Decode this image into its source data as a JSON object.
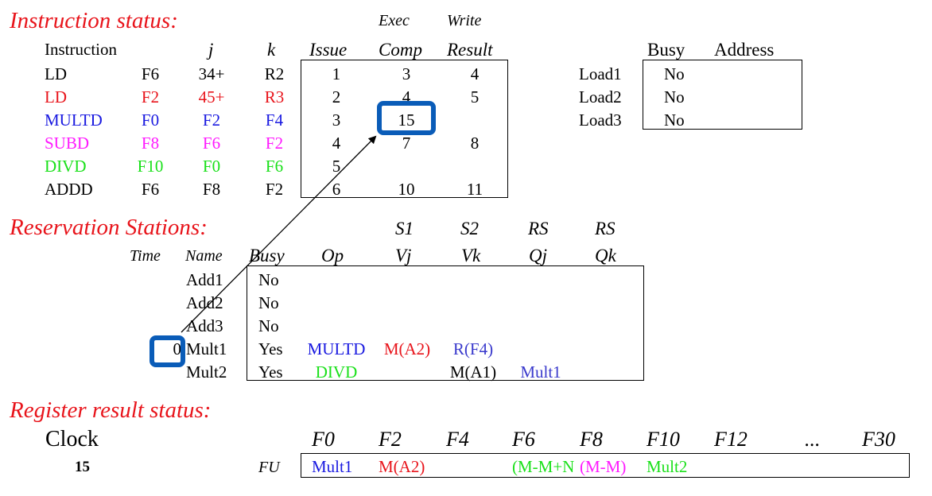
{
  "colors": {
    "black": "#000000",
    "red": "#e8141b",
    "blue": "#1a1ae0",
    "magenta": "#ff1aff",
    "green": "#1ae01a",
    "purple": "#3a3acc",
    "highlight": "#0a5cb8"
  },
  "instruction_status": {
    "title": "Instruction status:",
    "headers": {
      "instruction": "Instruction",
      "j": "j",
      "k": "k",
      "issue": "Issue",
      "exec_top": "Exec",
      "exec_bottom": "Comp",
      "write_top": "Write",
      "write_bottom": "Result"
    },
    "rows": [
      {
        "op": "LD",
        "dest": "F6",
        "j": "34+",
        "k": "R2",
        "issue": "1",
        "exec": "3",
        "write": "4",
        "color": "black"
      },
      {
        "op": "LD",
        "dest": "F2",
        "j": "45+",
        "k": "R3",
        "issue": "2",
        "exec": "4",
        "write": "5",
        "color": "red"
      },
      {
        "op": "MULTD",
        "dest": "F0",
        "j": "F2",
        "k": "F4",
        "issue": "3",
        "exec": "15",
        "write": "",
        "color": "blue"
      },
      {
        "op": "SUBD",
        "dest": "F8",
        "j": "F6",
        "k": "F2",
        "issue": "4",
        "exec": "7",
        "write": "8",
        "color": "magenta"
      },
      {
        "op": "DIVD",
        "dest": "F10",
        "j": "F0",
        "k": "F6",
        "issue": "5",
        "exec": "",
        "write": "",
        "color": "green"
      },
      {
        "op": "ADDD",
        "dest": "F6",
        "j": "F8",
        "k": "F2",
        "issue": "6",
        "exec": "10",
        "write": "11",
        "color": "black"
      }
    ]
  },
  "load_buffers": {
    "headers": {
      "busy": "Busy",
      "address": "Address"
    },
    "rows": [
      {
        "name": "Load1",
        "busy": "No",
        "address": ""
      },
      {
        "name": "Load2",
        "busy": "No",
        "address": ""
      },
      {
        "name": "Load3",
        "busy": "No",
        "address": ""
      }
    ]
  },
  "reservation_stations": {
    "title": "Reservation Stations:",
    "headers": {
      "time": "Time",
      "name": "Name",
      "busy": "Busy",
      "op": "Op",
      "s1": "S1",
      "s2": "S2",
      "rs1": "RS",
      "rs2": "RS",
      "vj": "Vj",
      "vk": "Vk",
      "qj": "Qj",
      "qk": "Qk"
    },
    "rows": [
      {
        "time": "",
        "name": "Add1",
        "busy": "No",
        "op": "",
        "vj": "",
        "vk": "",
        "qj": "",
        "qk": ""
      },
      {
        "time": "",
        "name": "Add2",
        "busy": "No",
        "op": "",
        "vj": "",
        "vk": "",
        "qj": "",
        "qk": ""
      },
      {
        "time": "",
        "name": "Add3",
        "busy": "No",
        "op": "",
        "vj": "",
        "vk": "",
        "qj": "",
        "qk": ""
      },
      {
        "time": "0",
        "name": "Mult1",
        "busy": "Yes",
        "op": "MULTD",
        "vj": "M(A2)",
        "vk": "R(F4)",
        "qj": "",
        "qk": ""
      },
      {
        "time": "",
        "name": "Mult2",
        "busy": "Yes",
        "op": "DIVD",
        "vj": "",
        "vk": "M(A1)",
        "qj": "Mult1",
        "qk": ""
      }
    ]
  },
  "register_status": {
    "title": "Register result status:",
    "clock_label": "Clock",
    "clock_value": "15",
    "fu_label": "FU",
    "registers": [
      "F0",
      "F2",
      "F4",
      "F6",
      "F8",
      "F10",
      "F12",
      "...",
      "F30"
    ],
    "values": [
      "Mult1",
      "M(A2)",
      "",
      "(M-M+N",
      "(M-M)",
      "Mult2",
      "",
      "",
      ""
    ]
  }
}
